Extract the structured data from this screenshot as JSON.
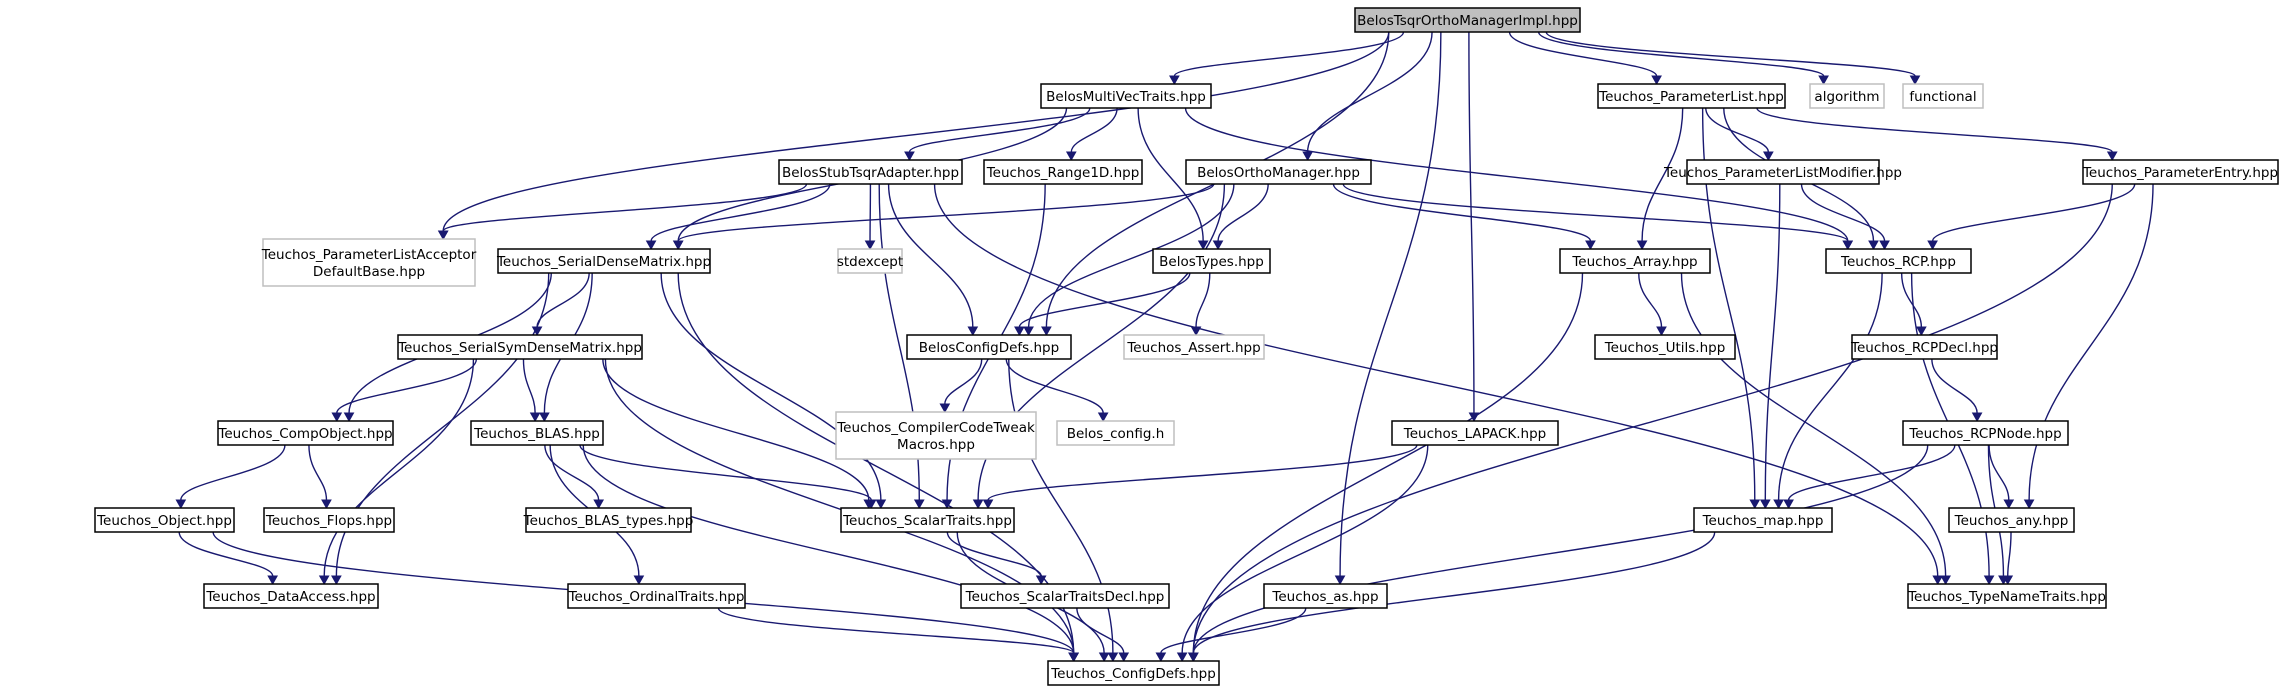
{
  "graph": {
    "title": "",
    "nodes": [
      {
        "id": "root",
        "label": "BelosTsqrOrthoManagerImpl.hpp",
        "kind": "root"
      },
      {
        "id": "mvt",
        "label": "BelosMultiVecTraits.hpp",
        "kind": "internal"
      },
      {
        "id": "pl",
        "label": "Teuchos_ParameterList.hpp",
        "kind": "internal"
      },
      {
        "id": "alg",
        "label": "algorithm",
        "kind": "external"
      },
      {
        "id": "func",
        "label": "functional",
        "kind": "external"
      },
      {
        "id": "stub",
        "label": "BelosStubTsqrAdapter.hpp",
        "kind": "internal"
      },
      {
        "id": "r1d",
        "label": "Teuchos_Range1D.hpp",
        "kind": "internal"
      },
      {
        "id": "om",
        "label": "BelosOrthoManager.hpp",
        "kind": "internal"
      },
      {
        "id": "plm",
        "label": "Teuchos_ParameterListModifier.hpp",
        "kind": "internal"
      },
      {
        "id": "pe",
        "label": "Teuchos_ParameterEntry.hpp",
        "kind": "internal"
      },
      {
        "id": "plad",
        "label": "Teuchos_ParameterListAcceptor\nDefaultBase.hpp",
        "kind": "external"
      },
      {
        "id": "sdm",
        "label": "Teuchos_SerialDenseMatrix.hpp",
        "kind": "internal"
      },
      {
        "id": "stdexc",
        "label": "stdexcept",
        "kind": "external"
      },
      {
        "id": "bt",
        "label": "BelosTypes.hpp",
        "kind": "internal"
      },
      {
        "id": "arr",
        "label": "Teuchos_Array.hpp",
        "kind": "internal"
      },
      {
        "id": "rcp",
        "label": "Teuchos_RCP.hpp",
        "kind": "internal"
      },
      {
        "id": "ssdm",
        "label": "Teuchos_SerialSymDenseMatrix.hpp",
        "kind": "internal"
      },
      {
        "id": "bcd",
        "label": "BelosConfigDefs.hpp",
        "kind": "internal"
      },
      {
        "id": "ta",
        "label": "Teuchos_Assert.hpp",
        "kind": "external"
      },
      {
        "id": "ut",
        "label": "Teuchos_Utils.hpp",
        "kind": "internal"
      },
      {
        "id": "rcpd",
        "label": "Teuchos_RCPDecl.hpp",
        "kind": "internal"
      },
      {
        "id": "cco",
        "label": "Teuchos_CompObject.hpp",
        "kind": "internal"
      },
      {
        "id": "blas",
        "label": "Teuchos_BLAS.hpp",
        "kind": "internal"
      },
      {
        "id": "cct",
        "label": "Teuchos_CompilerCodeTweak\nMacros.hpp",
        "kind": "external"
      },
      {
        "id": "bcfg",
        "label": "Belos_config.h",
        "kind": "external"
      },
      {
        "id": "lap",
        "label": "Teuchos_LAPACK.hpp",
        "kind": "internal"
      },
      {
        "id": "rcpn",
        "label": "Teuchos_RCPNode.hpp",
        "kind": "internal"
      },
      {
        "id": "obj",
        "label": "Teuchos_Object.hpp",
        "kind": "internal"
      },
      {
        "id": "flops",
        "label": "Teuchos_Flops.hpp",
        "kind": "internal"
      },
      {
        "id": "bty",
        "label": "Teuchos_BLAS_types.hpp",
        "kind": "internal"
      },
      {
        "id": "st",
        "label": "Teuchos_ScalarTraits.hpp",
        "kind": "internal"
      },
      {
        "id": "map",
        "label": "Teuchos_map.hpp",
        "kind": "internal"
      },
      {
        "id": "any",
        "label": "Teuchos_any.hpp",
        "kind": "internal"
      },
      {
        "id": "da",
        "label": "Teuchos_DataAccess.hpp",
        "kind": "internal"
      },
      {
        "id": "ot",
        "label": "Teuchos_OrdinalTraits.hpp",
        "kind": "internal"
      },
      {
        "id": "std",
        "label": "Teuchos_ScalarTraitsDecl.hpp",
        "kind": "internal"
      },
      {
        "id": "tas",
        "label": "Teuchos_as.hpp",
        "kind": "internal"
      },
      {
        "id": "tnt",
        "label": "Teuchos_TypeNameTraits.hpp",
        "kind": "internal"
      },
      {
        "id": "cfg",
        "label": "Teuchos_ConfigDefs.hpp",
        "kind": "internal"
      }
    ],
    "edges": [
      [
        "root",
        "mvt"
      ],
      [
        "root",
        "pl"
      ],
      [
        "root",
        "alg"
      ],
      [
        "root",
        "func"
      ],
      [
        "root",
        "plad"
      ],
      [
        "root",
        "bcd"
      ],
      [
        "root",
        "om"
      ],
      [
        "root",
        "lap"
      ],
      [
        "root",
        "tas"
      ],
      [
        "mvt",
        "stub"
      ],
      [
        "mvt",
        "r1d"
      ],
      [
        "mvt",
        "bt"
      ],
      [
        "mvt",
        "sdm"
      ],
      [
        "mvt",
        "rcp"
      ],
      [
        "pl",
        "plm"
      ],
      [
        "pl",
        "pe"
      ],
      [
        "pl",
        "arr"
      ],
      [
        "pl",
        "rcp"
      ],
      [
        "pl",
        "map"
      ],
      [
        "stub",
        "plad"
      ],
      [
        "stub",
        "sdm"
      ],
      [
        "stub",
        "stdexc"
      ],
      [
        "stub",
        "bcd"
      ],
      [
        "stub",
        "st"
      ],
      [
        "stub",
        "tnt"
      ],
      [
        "r1d",
        "st"
      ],
      [
        "om",
        "bt"
      ],
      [
        "om",
        "bcd"
      ],
      [
        "om",
        "sdm"
      ],
      [
        "om",
        "arr"
      ],
      [
        "om",
        "rcp"
      ],
      [
        "om",
        "st"
      ],
      [
        "plm",
        "rcp"
      ],
      [
        "plm",
        "map"
      ],
      [
        "pe",
        "rcp"
      ],
      [
        "pe",
        "any"
      ],
      [
        "pe",
        "cfg"
      ],
      [
        "sdm",
        "ssdm"
      ],
      [
        "sdm",
        "cco"
      ],
      [
        "sdm",
        "blas"
      ],
      [
        "sdm",
        "st"
      ],
      [
        "sdm",
        "da"
      ],
      [
        "sdm",
        "cfg"
      ],
      [
        "bt",
        "bcd"
      ],
      [
        "bt",
        "ta"
      ],
      [
        "arr",
        "ut"
      ],
      [
        "arr",
        "tnt"
      ],
      [
        "arr",
        "cfg"
      ],
      [
        "rcp",
        "rcpd"
      ],
      [
        "rcp",
        "map"
      ],
      [
        "rcp",
        "tnt"
      ],
      [
        "ssdm",
        "cco"
      ],
      [
        "ssdm",
        "blas"
      ],
      [
        "ssdm",
        "st"
      ],
      [
        "ssdm",
        "da"
      ],
      [
        "ssdm",
        "cfg"
      ],
      [
        "bcd",
        "cct"
      ],
      [
        "bcd",
        "bcfg"
      ],
      [
        "bcd",
        "cfg"
      ],
      [
        "rcpd",
        "rcpn"
      ],
      [
        "cco",
        "obj"
      ],
      [
        "cco",
        "flops"
      ],
      [
        "blas",
        "bty"
      ],
      [
        "blas",
        "ot"
      ],
      [
        "blas",
        "st"
      ],
      [
        "blas",
        "cfg"
      ],
      [
        "lap",
        "st"
      ],
      [
        "lap",
        "cfg"
      ],
      [
        "rcpn",
        "map"
      ],
      [
        "rcpn",
        "any"
      ],
      [
        "rcpn",
        "tnt"
      ],
      [
        "rcpn",
        "cfg"
      ],
      [
        "obj",
        "da"
      ],
      [
        "obj",
        "cfg"
      ],
      [
        "st",
        "std"
      ],
      [
        "st",
        "cfg"
      ],
      [
        "map",
        "cfg"
      ],
      [
        "any",
        "tnt"
      ],
      [
        "ot",
        "cfg"
      ],
      [
        "std",
        "cfg"
      ],
      [
        "tas",
        "cfg"
      ]
    ]
  }
}
